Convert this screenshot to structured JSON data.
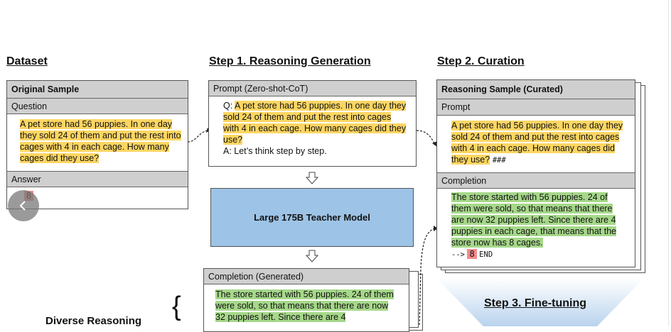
{
  "headings": {
    "dataset": "Dataset",
    "step1": "Step 1. Reasoning Generation",
    "step2": "Step 2. Curation",
    "step3": "Step 3. Fine-tuning"
  },
  "dataset": {
    "original_sample": "Original Sample",
    "question_label": "Question",
    "question_text": "A pet store had 56 puppies. In one day they sold 24 of them and put the rest into cages with 4 in each cage. How many cages did they use?",
    "answer_label": "Answer",
    "answer_value": "8"
  },
  "step1": {
    "prompt_label": "Prompt (Zero-shot-CoT)",
    "q_prefix": "Q: ",
    "q_text": "A pet store had 56 puppies. In one day they sold 24 of them and put the rest into cages with 4 in each cage. How many cages did they use?",
    "a_line": "A: Let’s think step by step.",
    "model_label": "Large 175B Teacher Model",
    "completion_label": "Completion (Generated)",
    "completion_text": "The store started with 56 puppies. 24 of them were sold, so that means that there are now 32 puppies left.  Since there are 4"
  },
  "step2": {
    "sample_label": "Reasoning Sample (Curated)",
    "prompt_label": "Prompt",
    "prompt_text": "A pet store had 56 puppies. In one day they sold 24 of them and put the rest into cages with 4 in each cage. How many cages did they use?",
    "prompt_sep": "###",
    "completion_label": "Completion",
    "completion_text": "The store started with 56 puppies. 24 of them were sold, so that means that there are now 32 puppies left.  Since there are 4 puppies in each cage, that means that the store now has 8 cages.",
    "arrow_token": "-->",
    "answer_value": "8",
    "end_token": "END"
  },
  "bottom_left": {
    "label": "Diverse Reasoning",
    "brace": "{"
  },
  "colors": {
    "yellow_highlight": "#fcd663",
    "green_highlight": "#a6d88a",
    "answer_red": "#f28b8b",
    "model_blue": "#9dc3e6",
    "header_gray": "#cfcfcf"
  }
}
